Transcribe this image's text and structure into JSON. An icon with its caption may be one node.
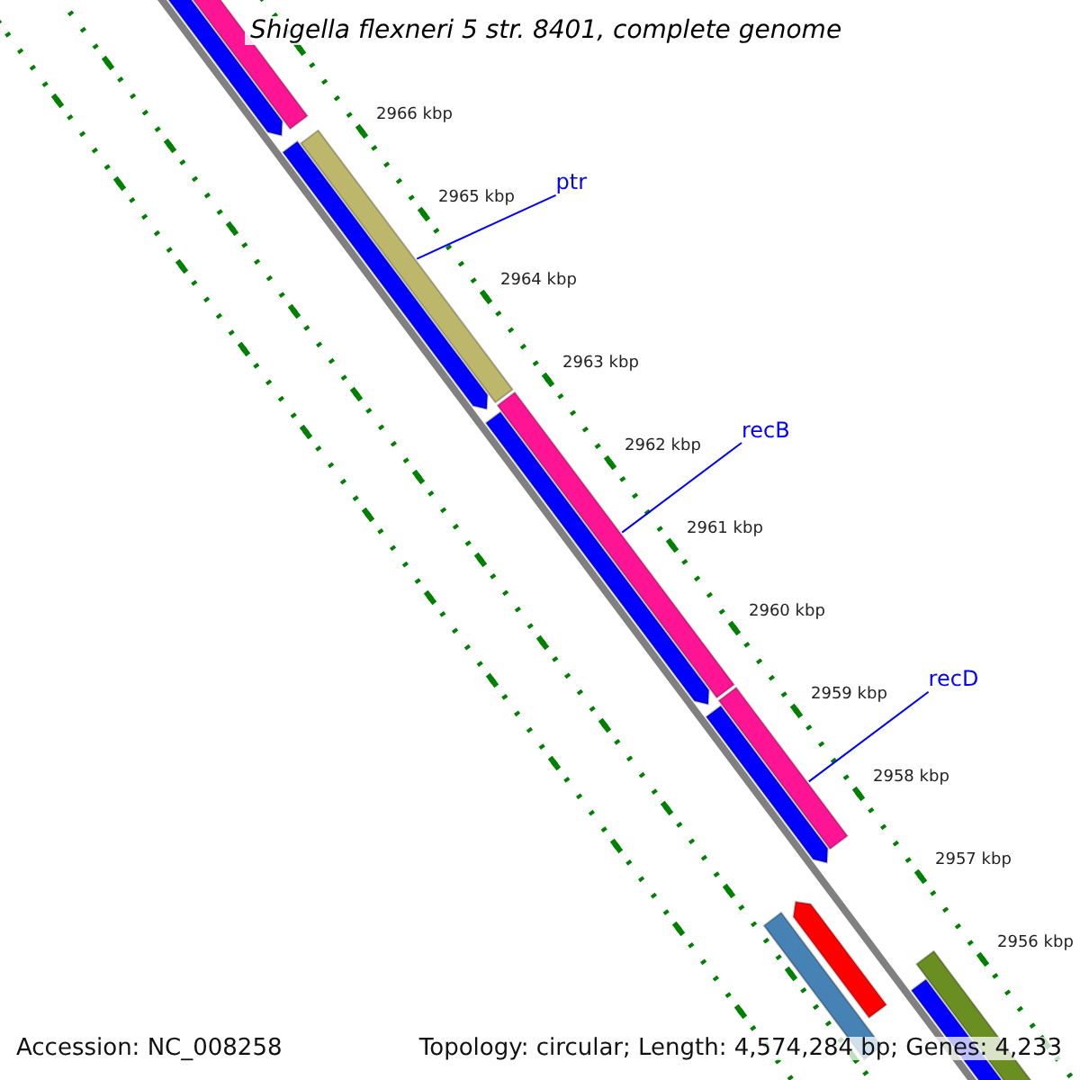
{
  "diagram": {
    "title": "Shigella flexneri 5 str. 8401, complete genome",
    "nodes": [
      {
        "text": [
          "ptr"
        ]
      },
      {
        "text": [],
        "shape": "bar"
      },
      {
        "text": [
          "recB"
        ]
      },
      {
        "text": [],
        "shape": "bar"
      },
      {
        "text": [
          "recD"
        ]
      },
      {
        "text": [],
        "shape": "bar"
      }
    ],
    "edges": [
      {
        "from": 0,
        "to": 1,
        "arrow": "none"
      },
      {
        "from": 2,
        "to": 3,
        "arrow": "none"
      },
      {
        "from": 4,
        "to": 5,
        "arrow": "none"
      }
    ],
    "labels": [
      "2966 kbp",
      "2965 kbp",
      "2964 kbp",
      "2963 kbp",
      "2962 kbp",
      "2961 kbp",
      "2960 kbp",
      "2959 kbp",
      "2958 kbp",
      "2957 kbp",
      "2956 kbp",
      "Accession: NC_008258",
      "Topology: circular; Length: 4,574,284 bp; Genes: 4,233"
    ]
  }
}
